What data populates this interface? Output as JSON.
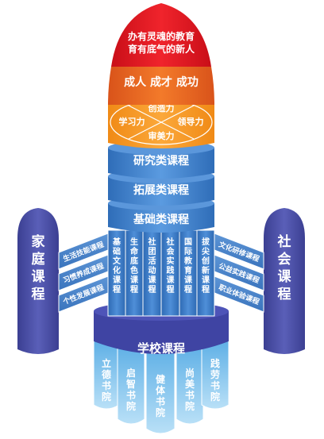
{
  "tip": {
    "line1": "办有灵魂的教育",
    "line2": "育有底气的新人"
  },
  "band_goal": {
    "label": "成人 成才 成功"
  },
  "abilities": {
    "top": "创造力",
    "left": "学习力",
    "right": "领导力",
    "bottom": "审美力"
  },
  "layers": [
    {
      "label": "研究类课程"
    },
    {
      "label": "拓展类课程"
    },
    {
      "label": "基础类课程"
    }
  ],
  "columns": [
    {
      "label": "基础文化课程"
    },
    {
      "label": "生命底色课程"
    },
    {
      "label": "社团活动课程"
    },
    {
      "label": "社会实践课程"
    },
    {
      "label": "国际教育课程"
    },
    {
      "label": "拔尖创新课程"
    }
  ],
  "base": {
    "label": "学校课程"
  },
  "flames": [
    {
      "label": "立德书院"
    },
    {
      "label": "启智书院"
    },
    {
      "label": "健体书院"
    },
    {
      "label": "尚美书院"
    },
    {
      "label": "践劳书院"
    }
  ],
  "left_booster": {
    "title": "家庭课程",
    "connectors": [
      {
        "label": "生活技能课程"
      },
      {
        "label": "习惯养成课程"
      },
      {
        "label": "个性发展课程"
      }
    ]
  },
  "right_booster": {
    "title": "社会课程",
    "connectors": [
      {
        "label": "文化研修课程"
      },
      {
        "label": "公益实践课程"
      },
      {
        "label": "职业体验课程"
      }
    ]
  },
  "colors": {
    "tip": "#e8121d",
    "goal": "#e8601a",
    "abilities": "#f7941d",
    "body": "#3f7fcc",
    "booster": "#4a4fa3",
    "base": "#4348a8",
    "flame": "#7fc3ec"
  }
}
